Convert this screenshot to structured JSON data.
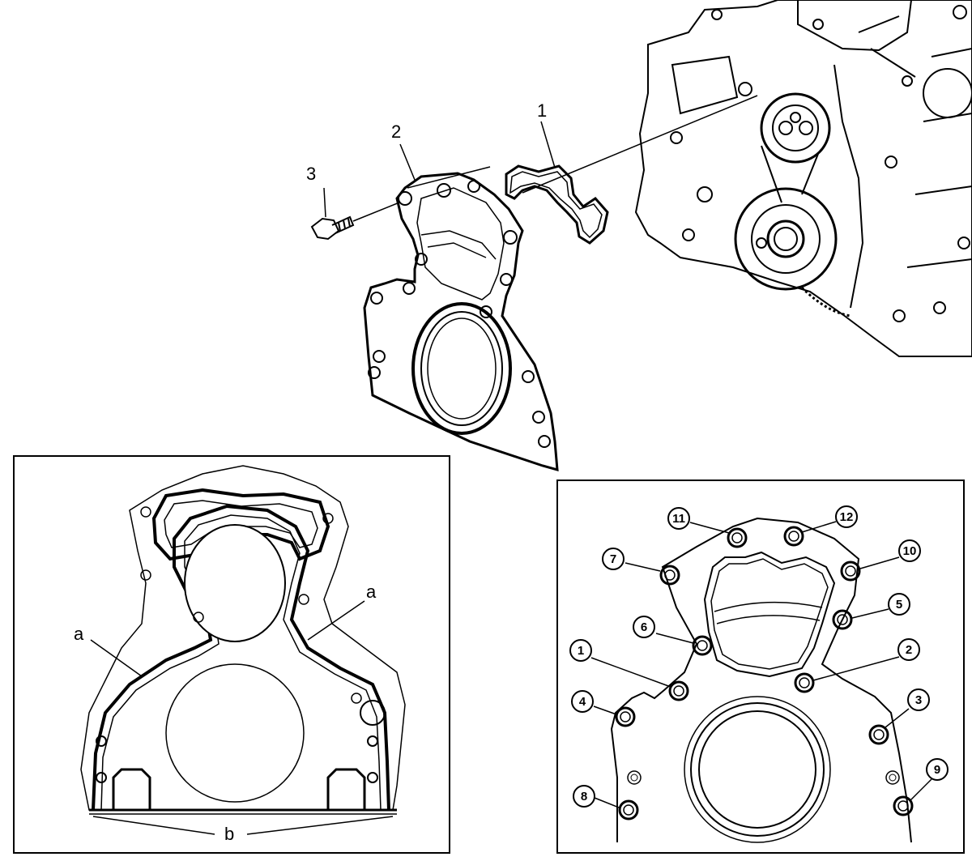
{
  "main_view": {
    "callouts": [
      {
        "label": "1"
      },
      {
        "label": "2"
      },
      {
        "label": "3"
      }
    ]
  },
  "inset_left": {
    "labels": {
      "a_left": "a",
      "a_right": "a",
      "b": "b"
    }
  },
  "inset_right": {
    "bolt_sequence": [
      "1",
      "2",
      "3",
      "4",
      "5",
      "6",
      "7",
      "8",
      "9",
      "10",
      "11",
      "12"
    ]
  }
}
